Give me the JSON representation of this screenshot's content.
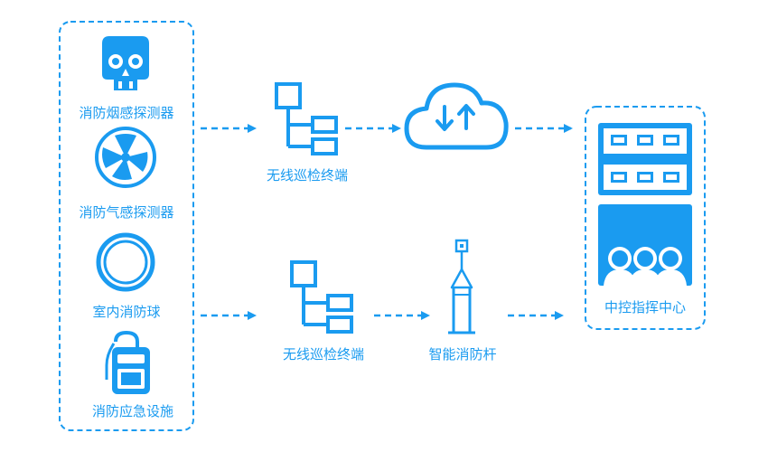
{
  "left_group": {
    "items": [
      {
        "label": "消防烟感探测器",
        "icon": "skull-icon"
      },
      {
        "label": "消防气感探测器",
        "icon": "fan-icon"
      },
      {
        "label": "室内消防球",
        "icon": "ball-icon"
      },
      {
        "label": "消防应急设施",
        "icon": "extinguisher-icon"
      }
    ]
  },
  "terminals": {
    "top_label": "无线巡检终端",
    "bottom_label": "无线巡检终端"
  },
  "cloud": {
    "icon": "cloud-sync-icon"
  },
  "pole": {
    "label": "智能消防杆",
    "icon": "smart-pole-icon"
  },
  "control_center": {
    "label": "中控指挥中心",
    "icon": "control-center-icon"
  },
  "colors": {
    "primary": "#1a9bf0",
    "accent": "#1a9bf0",
    "background": "#ffffff"
  }
}
